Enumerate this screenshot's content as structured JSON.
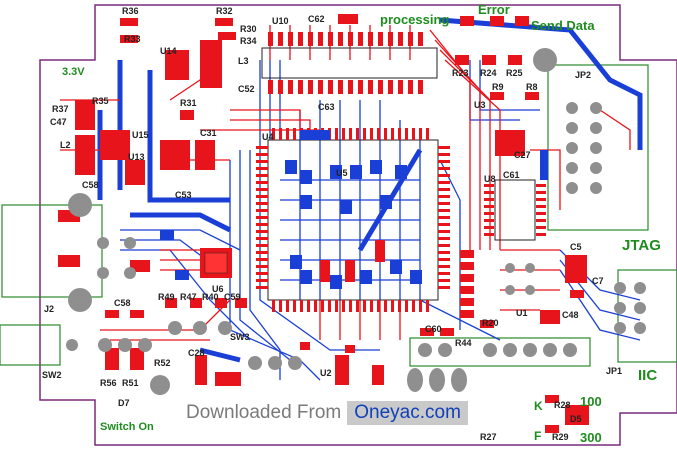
{
  "labels": {
    "processing": "processing",
    "error": "Error",
    "send_data": "Send Data",
    "v33": "3.3V",
    "jtag": "JTAG",
    "iic": "IIC",
    "switch_on": "Switch On",
    "k": "K",
    "f": "F",
    "v100": "100",
    "v300": "300"
  },
  "refdes": {
    "r36": "R36",
    "r32": "R32",
    "r33": "R33",
    "r30": "R30",
    "r34": "R34",
    "u10": "U10",
    "c62": "C62",
    "u4": "U4",
    "u14": "U14",
    "l3": "L3",
    "c52": "C52",
    "r23": "R23",
    "r24": "R24",
    "r25": "R25",
    "jp2": "JP2",
    "r9": "R9",
    "r8": "R8",
    "u3": "U3",
    "c27": "C27",
    "c61": "C61",
    "u8": "U8",
    "r37": "R37",
    "c47": "C47",
    "r35": "R35",
    "r31": "R31",
    "u15": "U15",
    "c31": "C31",
    "u13": "U13",
    "l2": "L2",
    "c58": "C58",
    "c53": "C53",
    "j2": "J2",
    "u1": "U1",
    "u6": "U6",
    "r49": "R49",
    "r47": "R47",
    "r40": "R40",
    "c59": "C59",
    "sw3": "SW3",
    "c28": "C28",
    "u2": "U2",
    "sw2": "SW2",
    "r56": "R56",
    "r51": "R51",
    "r52": "R52",
    "d7": "D7",
    "r20": "R20",
    "c48": "C48",
    "c7": "C7",
    "jp1": "JP1",
    "r28": "R28",
    "r29": "R29",
    "d5": "D5",
    "r27": "R27",
    "c63": "C63",
    "c60": "C60",
    "r44": "R44",
    "c5": "C5",
    "u5": "U5"
  },
  "watermark": {
    "prefix": "Downloaded From",
    "site": "Oneyac.com"
  },
  "colors": {
    "board_outline": "#7a2a7a",
    "top_copper": "#e8141b",
    "bottom_copper": "#1a3fd6",
    "silkscreen": "#222222",
    "pad_gray": "#8f8f8f",
    "green_text": "#1e8c1e",
    "watermark_bg": "#c9c9c9"
  }
}
